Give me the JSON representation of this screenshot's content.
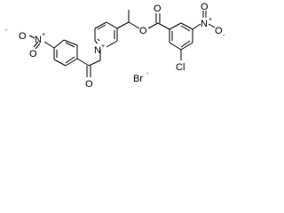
{
  "molecule": {
    "nitro_left": {
      "o_charge": "-",
      "o_label": "O",
      "n_label": "N",
      "n_charge": "+",
      "o2_label": "O"
    },
    "carbonyl_o_label": "O",
    "pyridinium": {
      "n_label": "N",
      "n_charge": "+"
    },
    "ester": {
      "o_carbonyl_label": "O",
      "o_ether_label": "O"
    },
    "nitro_right": {
      "n_label": "N",
      "n_charge": "+",
      "o_top_label": "O",
      "o_side_label": "O",
      "o_side_charge": "-"
    },
    "chloro_label": "Cl",
    "counterion": "Br",
    "counterion_charge": "-"
  }
}
